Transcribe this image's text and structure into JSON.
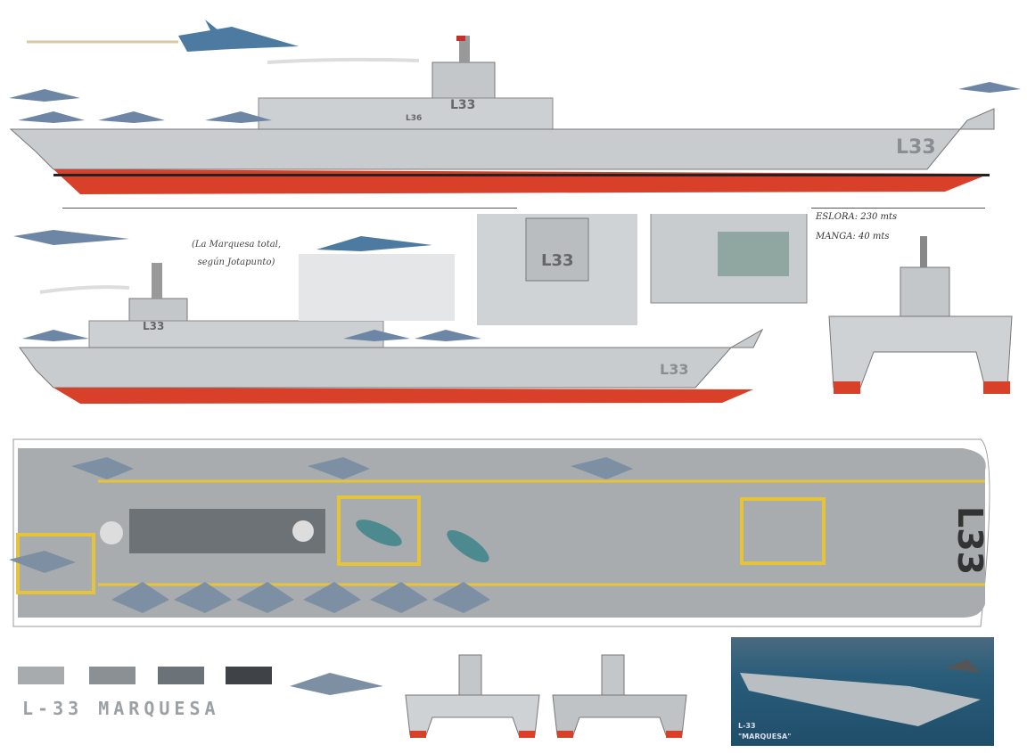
{
  "specs": {
    "length": "ESLORA: 230 mts",
    "beam": "MANGA: 40 mts"
  },
  "annotation": {
    "line1": "(La Marquesa total,",
    "line2": "según Jotapunto)"
  },
  "hull_number": "L33",
  "hull_number_secondary": "L36",
  "title": "L-33 MARQUESA",
  "painting_caption": {
    "line1": "L-33",
    "line2": "\"MARQUESA\""
  },
  "colors": {
    "hull_gray": "#c9cccf",
    "hull_red": "#d8402a",
    "deck_gray": "#a9acae",
    "deck_yellow": "#e5c43a",
    "swatches": [
      "#a7abae",
      "#8a9094",
      "#6c7378",
      "#3f4347"
    ]
  }
}
